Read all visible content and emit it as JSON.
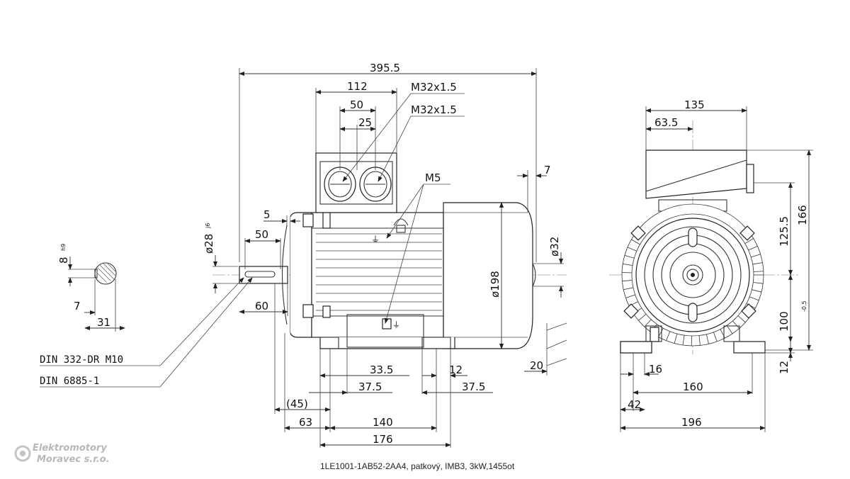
{
  "caption": "1LE1001-1AB52-2AA4, patkový, IMB3, 3kW,1455ot",
  "logo": {
    "line1": "Elektromotory",
    "line2": "Moravec s.r.o."
  },
  "side_view": {
    "overall_length": "395.5",
    "terminal_box_width": "112",
    "gland_spacing": "50",
    "gland_offset": "25",
    "gland_thread_1": "M32x1.5",
    "gland_thread_2": "M32x1.5",
    "earth_thread": "M5",
    "fan_cover_offset": "7",
    "flange_offset": "5",
    "shaft_key_length": "50",
    "shaft_diameter": "ø28",
    "shaft_tolerance": "j6",
    "shaft_length": "60",
    "frame_diameter": "ø198",
    "fan_cover_diameter": "ø32",
    "foot_height": "20",
    "foot_offset_left": "33.5",
    "foot_hole_width": "12",
    "foot_pad_left": "37.5",
    "foot_pad_right": "37.5",
    "shaft_collar": "(45)",
    "shaft_to_foot": "63",
    "foot_hole_spacing": "140",
    "foot_length": "176",
    "din_center_hole": "DIN 332-DR M10",
    "din_key": "DIN 6885-1"
  },
  "shaft_section": {
    "key_width": "8",
    "key_tolerance": "h9",
    "key_depth": "7",
    "shaft_height": "31"
  },
  "end_view": {
    "box_width": "135",
    "box_offset": "63.5",
    "box_height": "166",
    "axis_to_box": "125.5",
    "axis_height": "100",
    "axis_height_tolerance": "-0.5",
    "foot_thickness": "12",
    "foot_hole": "16",
    "foot_hole_spacing": "160",
    "foot_edge": "42",
    "foot_width": "196"
  }
}
